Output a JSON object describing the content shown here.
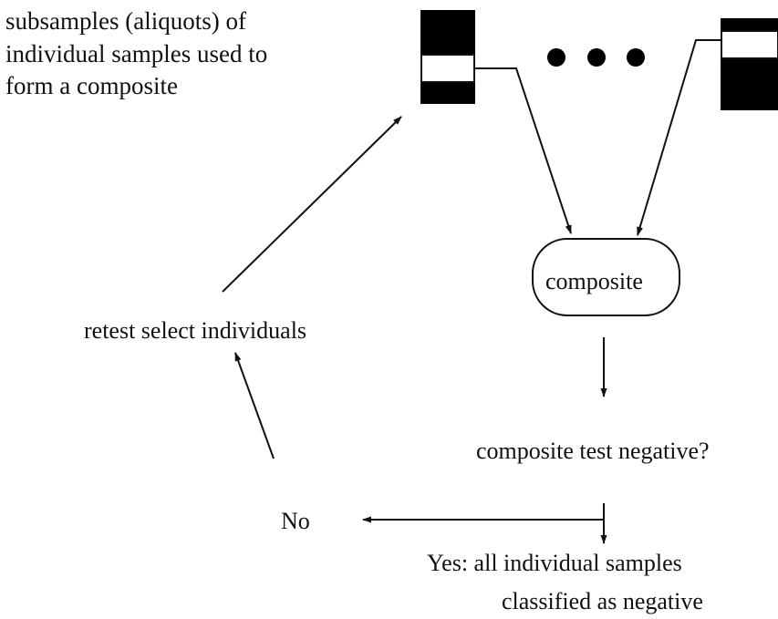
{
  "intro": {
    "line1": "subsamples (aliquots) of",
    "line2": "individual samples used to",
    "line3": "form a composite"
  },
  "nodes": {
    "composite": "composite",
    "retest": "retest select individuals",
    "question": "composite test negative?",
    "no": "No",
    "yes_line1": "Yes: all individual samples",
    "yes_line2": "classified as negative"
  },
  "colors": {
    "ink": "#111111",
    "sample_fill": "#000000",
    "aliquot_fill": "#ffffff",
    "background": "#ffffff"
  }
}
